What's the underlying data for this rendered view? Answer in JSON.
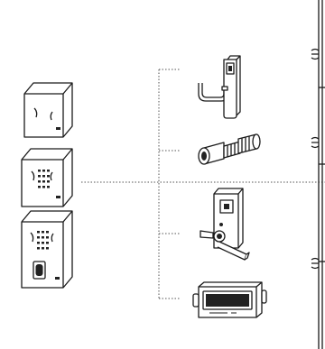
{
  "diagram": {
    "readers": [
      {
        "id": "reader-basic",
        "label": ""
      },
      {
        "id": "reader-keypad",
        "label": ""
      },
      {
        "id": "reader-keypad-fingerprint",
        "label": ""
      }
    ],
    "devices": [
      {
        "id": "lever-handle-lock",
        "label": ""
      },
      {
        "id": "electronic-cylinder",
        "label": ""
      },
      {
        "id": "mortise-lever-lock",
        "label": ""
      },
      {
        "id": "controller-unit",
        "label": ""
      }
    ],
    "colors": {
      "stroke": "#1a1a1a",
      "connector": "#555555",
      "fill": "#ffffff",
      "dark": "#222222"
    }
  }
}
